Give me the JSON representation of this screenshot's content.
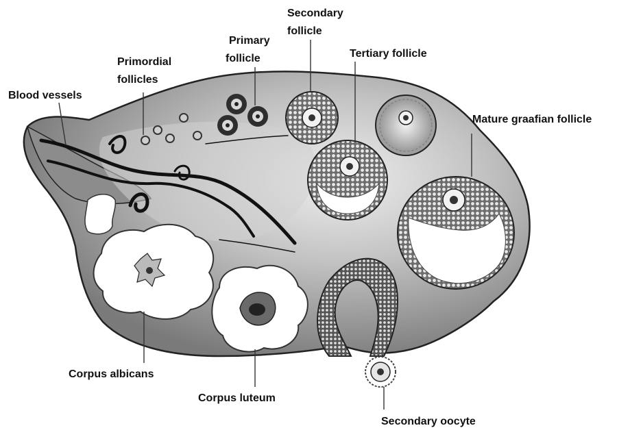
{
  "title": "",
  "labels": {
    "secondary_follicle": [
      "Secondary",
      "follicle"
    ],
    "primary_follicle": [
      "Primary",
      "follicle"
    ],
    "primordial_follicles": [
      "Primordial",
      "follicles"
    ],
    "tertiary_follicle": "Tertiary follicle",
    "blood_vessels": "Blood vessels",
    "mature_graafian_follicle": "Mature graafian follicle",
    "corpus_albicans": "Corpus albicans",
    "corpus_luteum": "Corpus luteum",
    "secondary_oocyte": "Secondary oocyte"
  },
  "colors": {
    "ovary_fill": "#a9a9a9",
    "ovary_light": "#e3e3e3",
    "outline": "#222222",
    "white": "#ffffff"
  }
}
